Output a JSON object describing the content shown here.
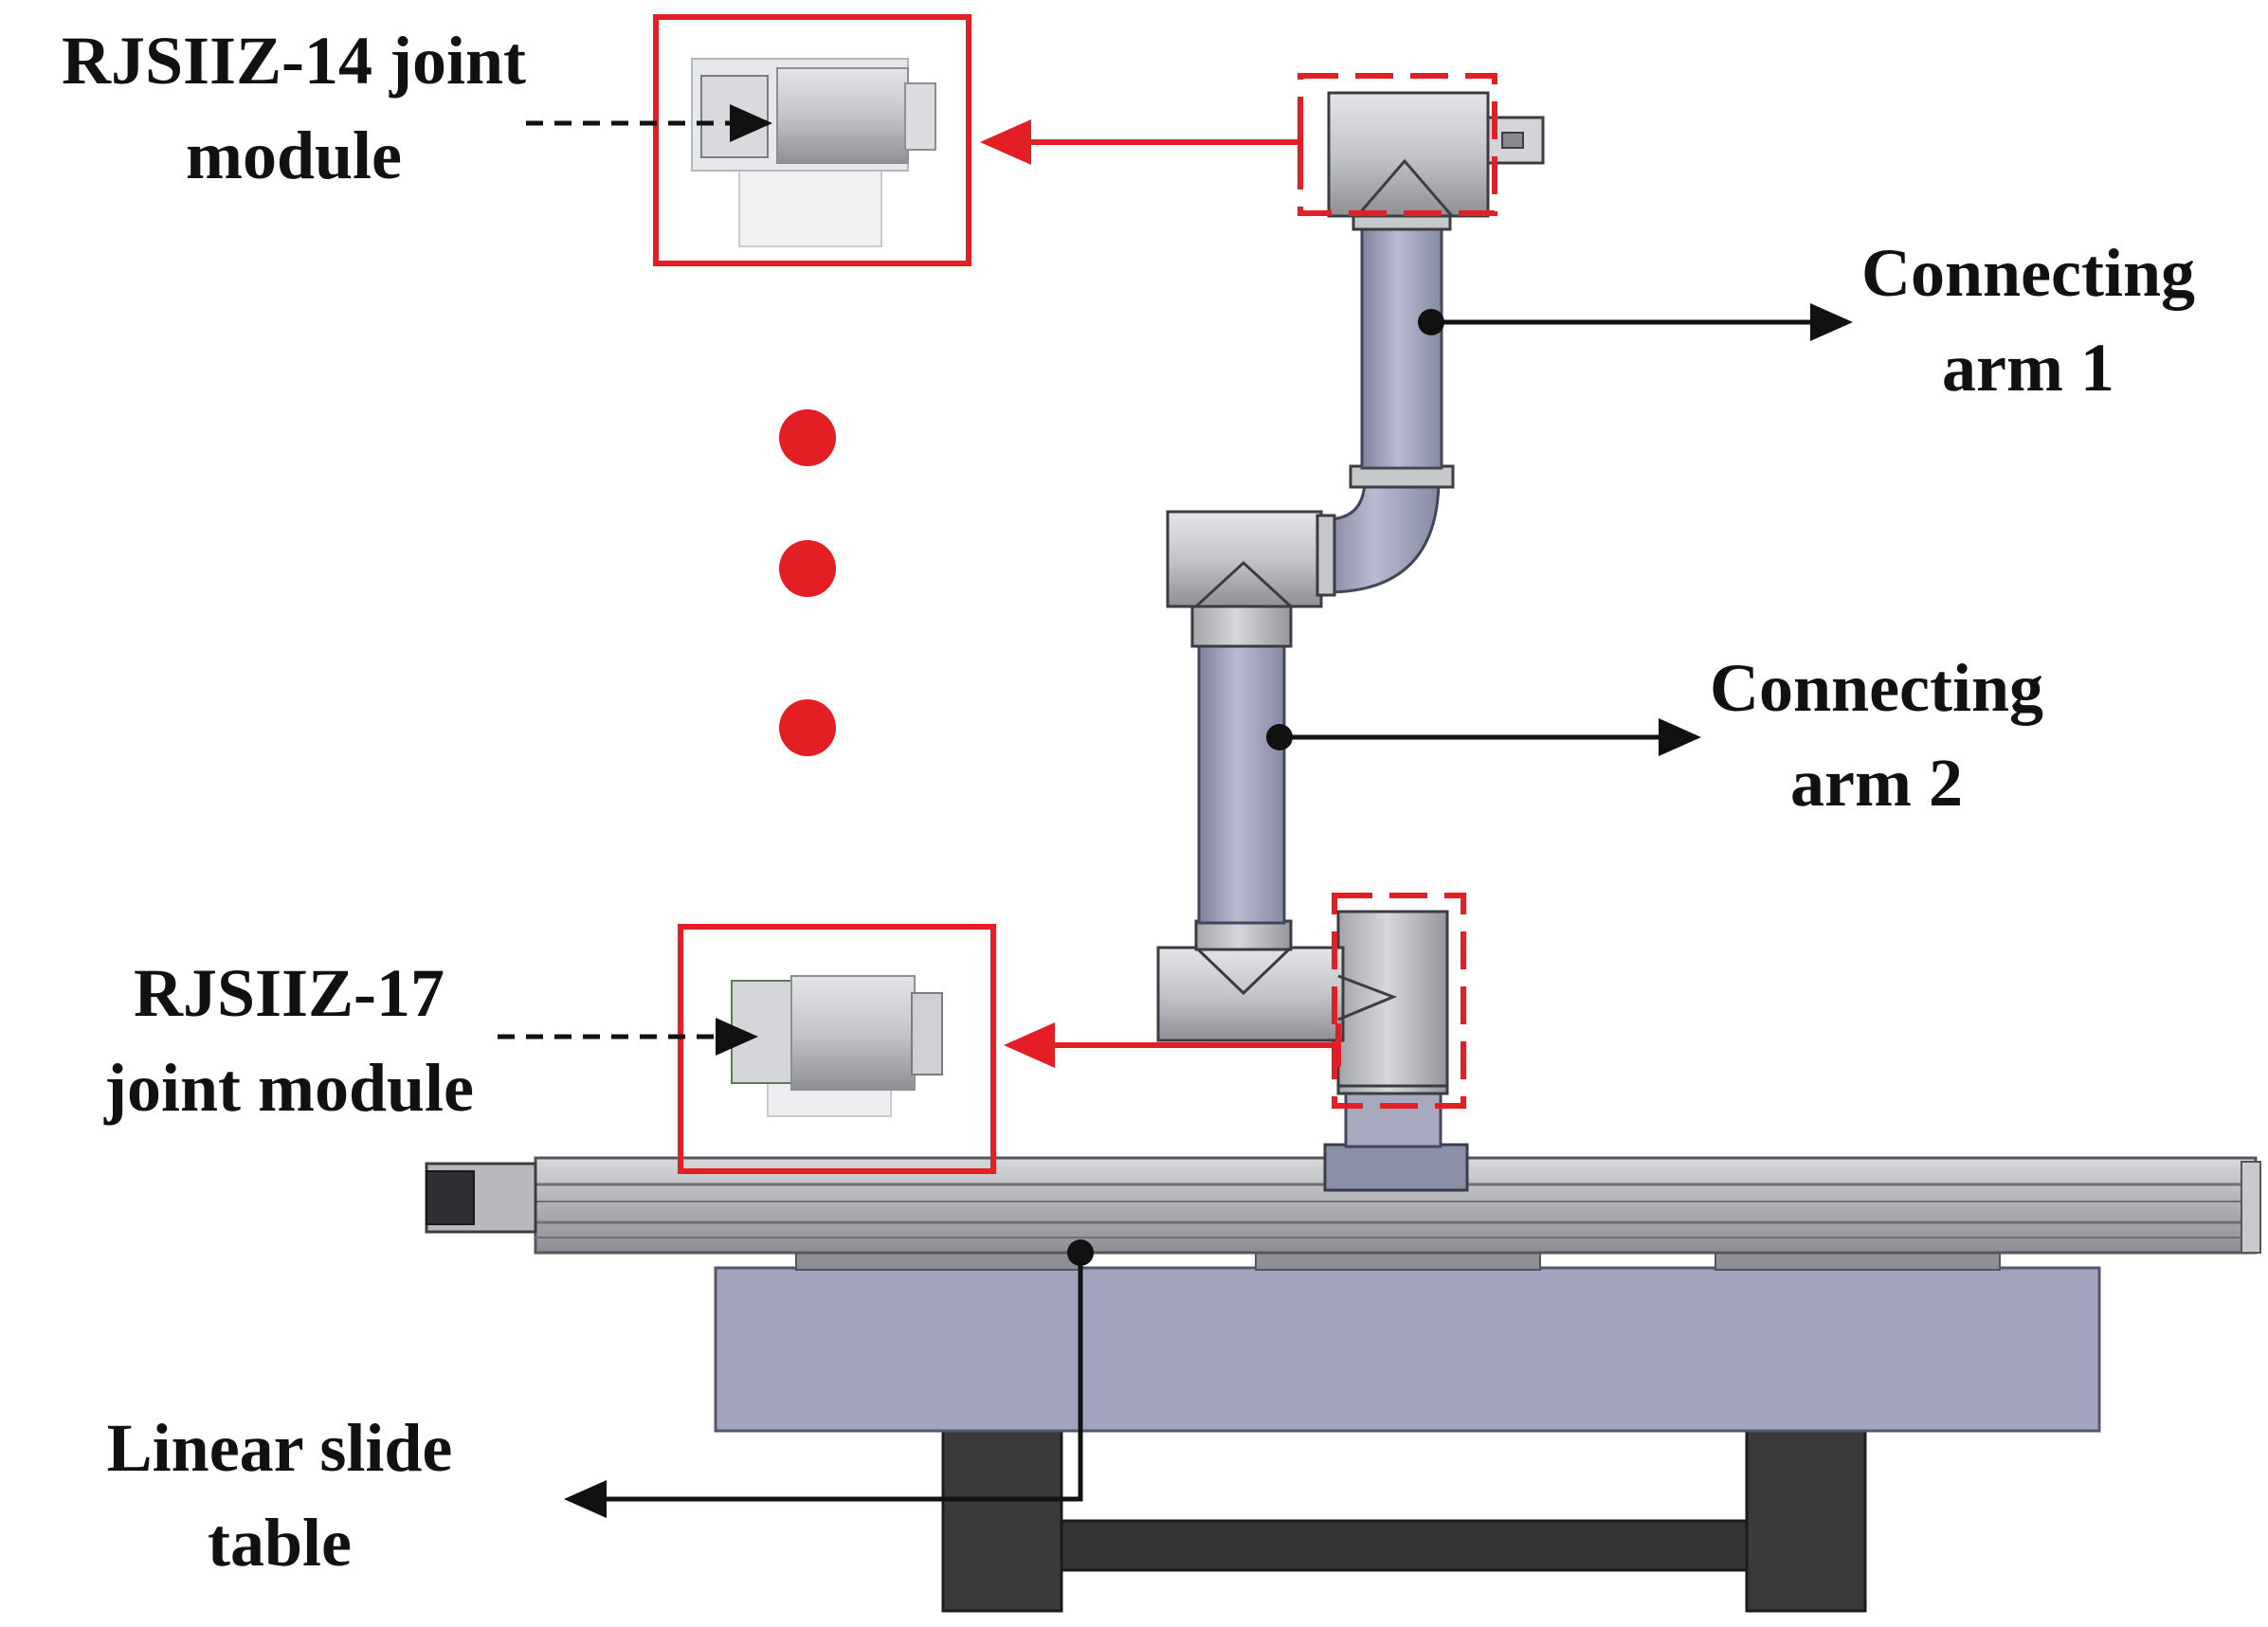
{
  "labels": {
    "joint14_line1": "RJSIIZ-14 joint",
    "joint14_line2": "module",
    "arm1_line1": "Connecting",
    "arm1_line2": "arm 1",
    "arm2_line1": "Connecting",
    "arm2_line2": "arm 2",
    "joint17_line1": "RJSIIZ-17",
    "joint17_line2": "joint module",
    "slide_line1": "Linear slide",
    "slide_line2": "table"
  },
  "colors": {
    "highlight": "#e31e24",
    "arm_tube": "#a7a9bf",
    "joint_metal": "#c7c8cc",
    "table_top": "#a2a5bd",
    "table_legs": "#3a3a3c",
    "rail": "#b8b9bd",
    "text": "#111111"
  }
}
